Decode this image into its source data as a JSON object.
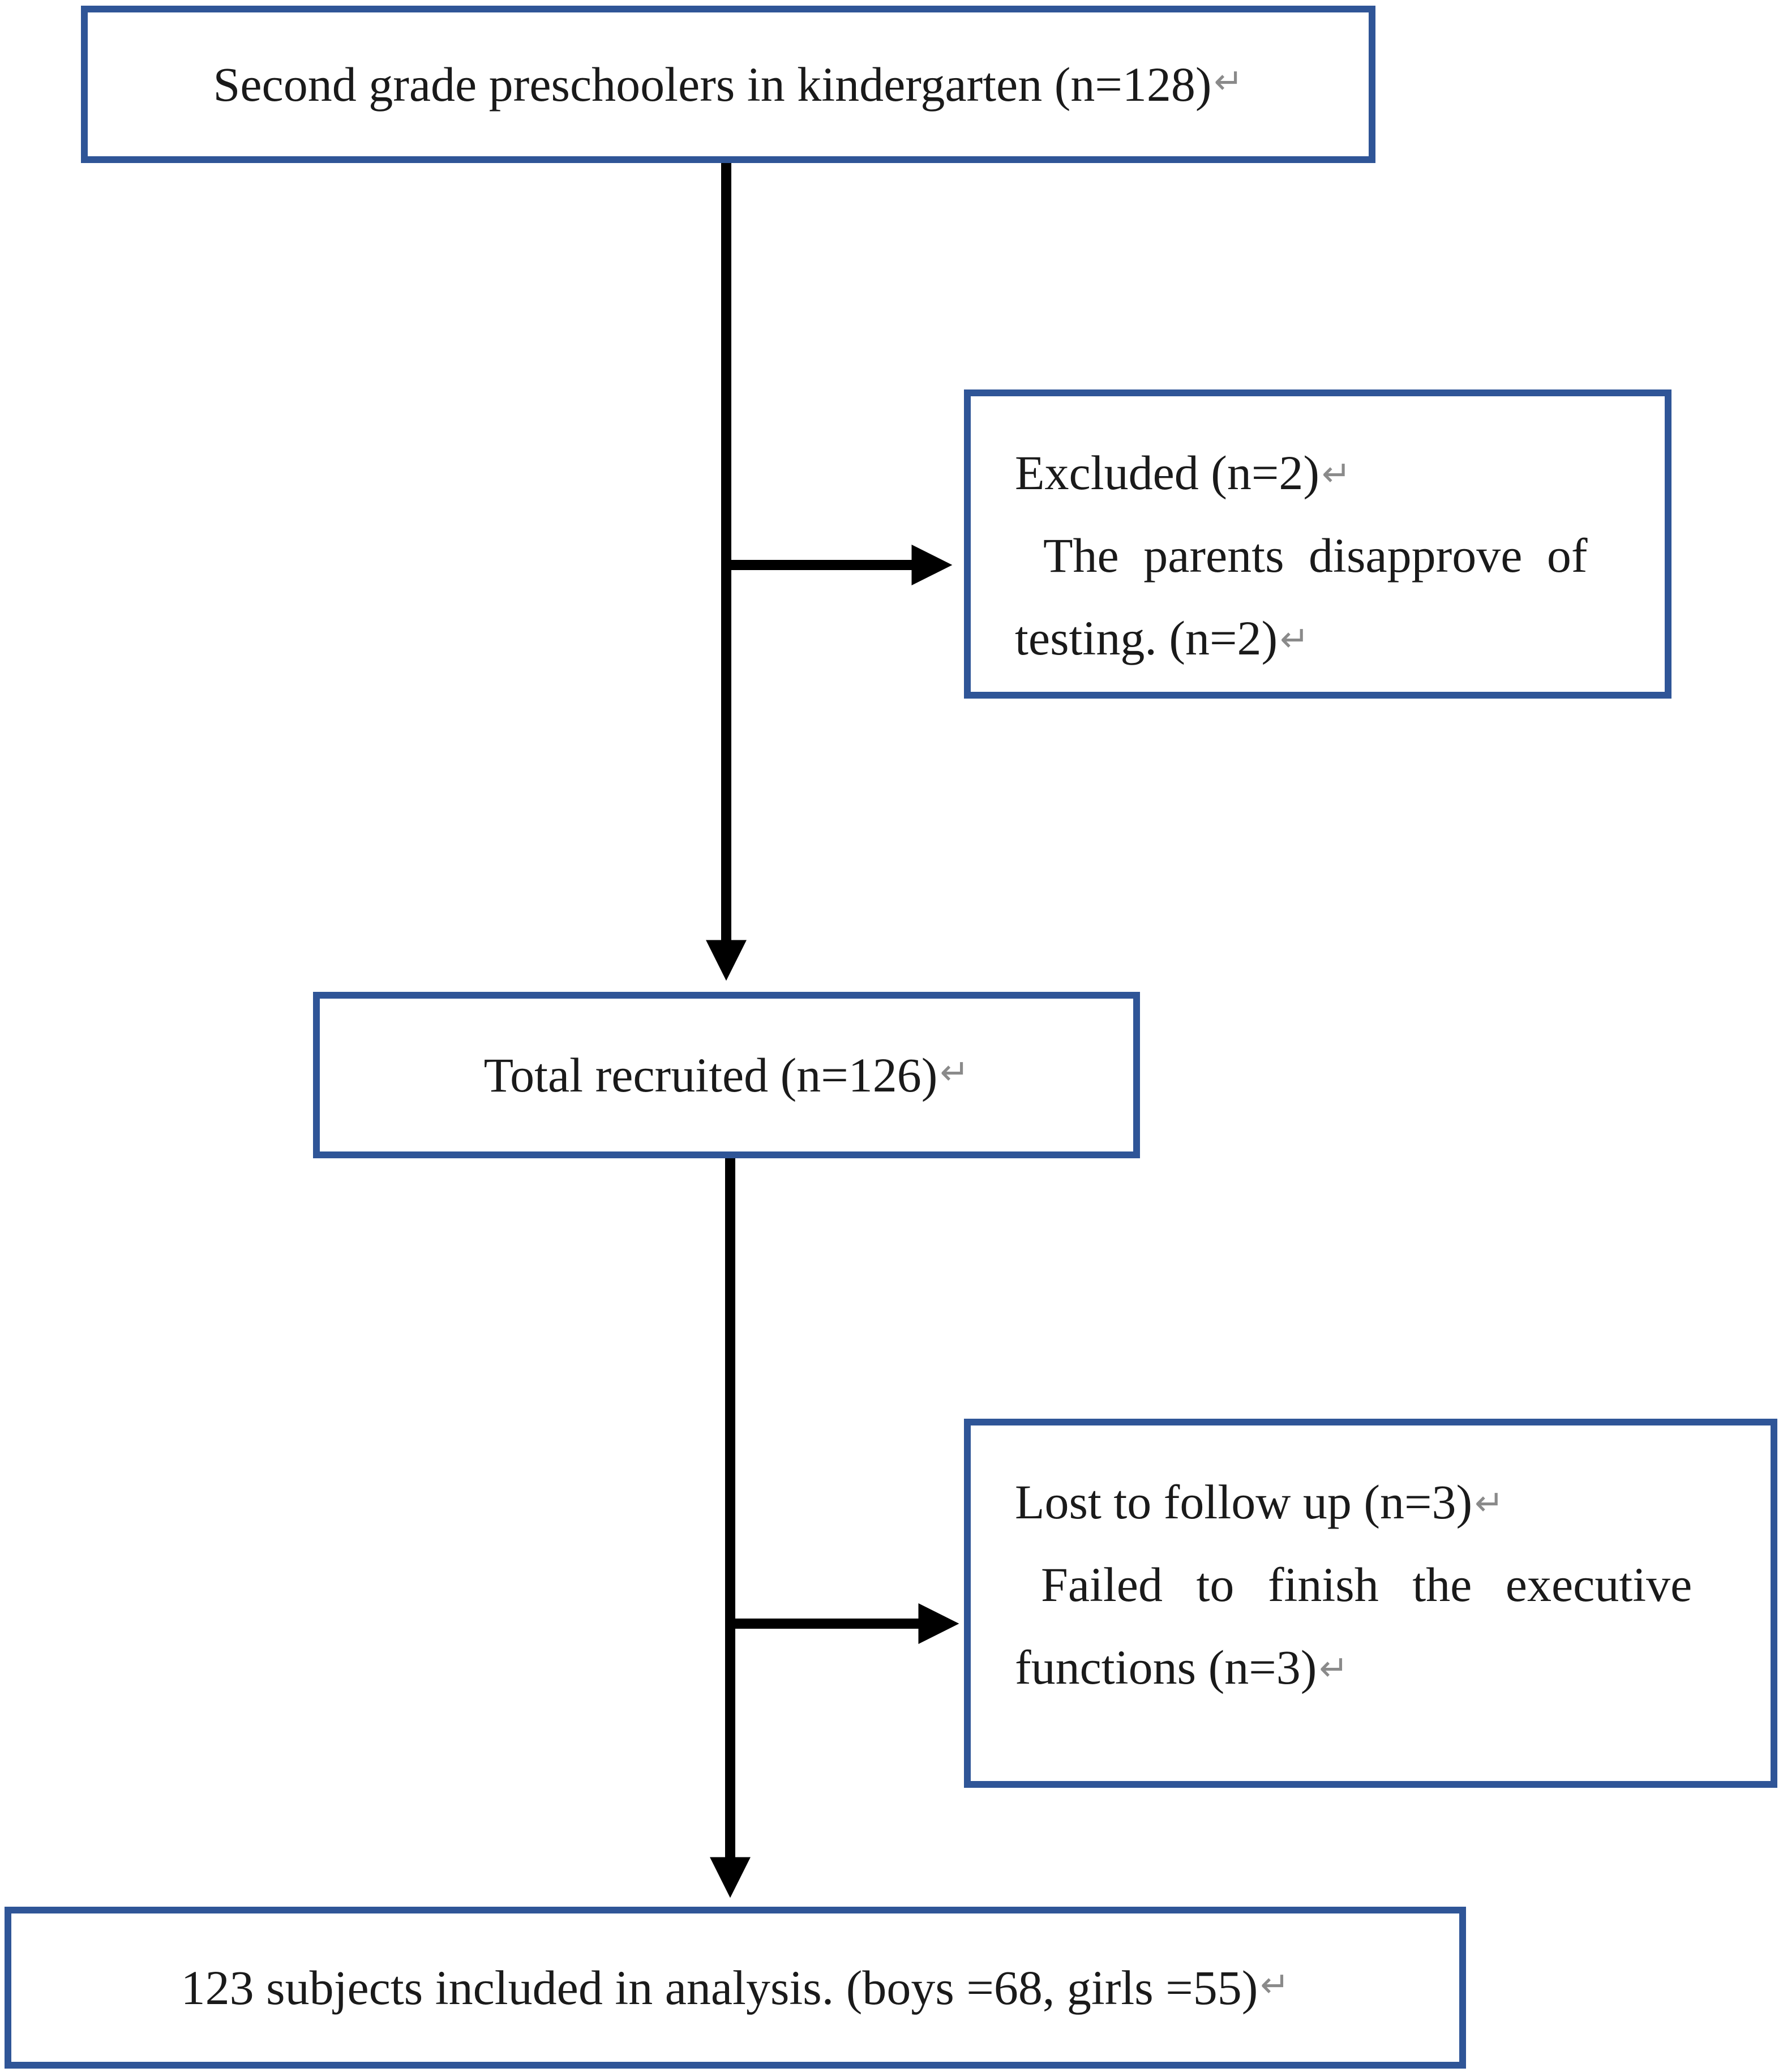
{
  "flowchart": {
    "eligible_box": {
      "text": "Second grade preschoolers in kindergarten (n=128)"
    },
    "excluded_box": {
      "heading": "Excluded (n=2)",
      "reason_line1": "The parents disapprove of",
      "reason_line2": "testing. (n=2)"
    },
    "recruited_box": {
      "text": "Total recruited (n=126)"
    },
    "lost_box": {
      "heading": "Lost to follow up (n=3)",
      "reason_line1": "Failed to finish the executive",
      "reason_line2": "functions (n=3)"
    },
    "analysis_box": {
      "text": "123 subjects included in analysis. (boys =68, girls =55)"
    }
  },
  "colors": {
    "box_border": "#2f5597",
    "arrow": "#000000",
    "text": "#1a1a1a",
    "formatting_marks": "#8a8a8a"
  }
}
